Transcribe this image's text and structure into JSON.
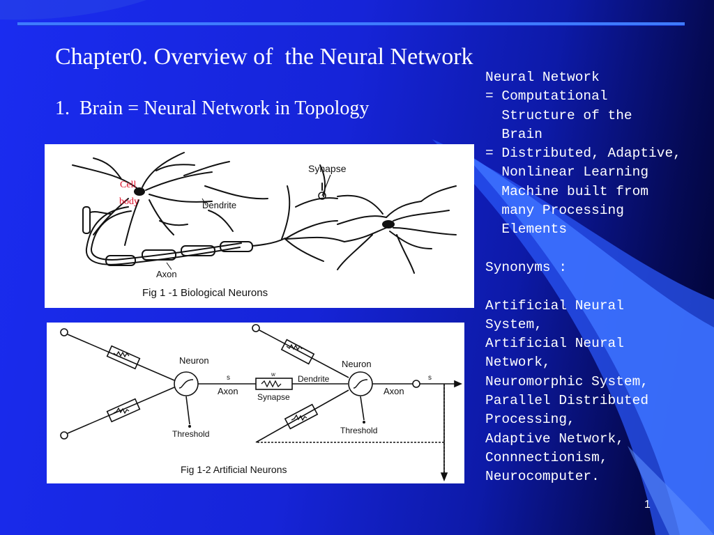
{
  "slide": {
    "title": "Chapter0. Overview of  the Neural Network",
    "subtitle": "1.  Brain = Neural Network in Topology",
    "page_number": "1"
  },
  "figure1": {
    "caption": "Fig 1 -1  Biological Neurons",
    "labels": {
      "synapse": "Synapse",
      "dendrite": "Dendrite",
      "axon": "Axon",
      "cell_body_line1": "Cell",
      "cell_body_line2": "body"
    }
  },
  "figure2": {
    "caption": "Fig 1-2  Artificial Neurons",
    "labels": {
      "neuron1": "Neuron",
      "neuron2": "Neuron",
      "axon1": "Axon",
      "axon2": "Axon",
      "dendrite": "Dendrite",
      "synapse": "Synapse",
      "threshold1": "Threshold",
      "threshold2": "Threshold",
      "s1": "s",
      "s2": "s",
      "w": "w"
    }
  },
  "definitions": {
    "lines": [
      "Neural Network",
      "= Computational",
      "  Structure of the",
      "  Brain",
      "= Distributed, Adaptive,",
      "  Nonlinear Learning",
      "  Machine built from",
      "  many Processing",
      "  Elements",
      "",
      "Synonyms :",
      "",
      "Artificial Neural",
      "System,",
      "Artificial Neural",
      "Network,",
      "Neuromorphic System,",
      "Parallel Distributed",
      "Processing,",
      "Adaptive Network,",
      "Connnectionism,",
      "Neurocomputer."
    ]
  },
  "colors": {
    "background": "#1624d8",
    "swoosh_light": "#3a6bff",
    "text": "#ffffff",
    "cell_body_label": "#e0102a"
  }
}
